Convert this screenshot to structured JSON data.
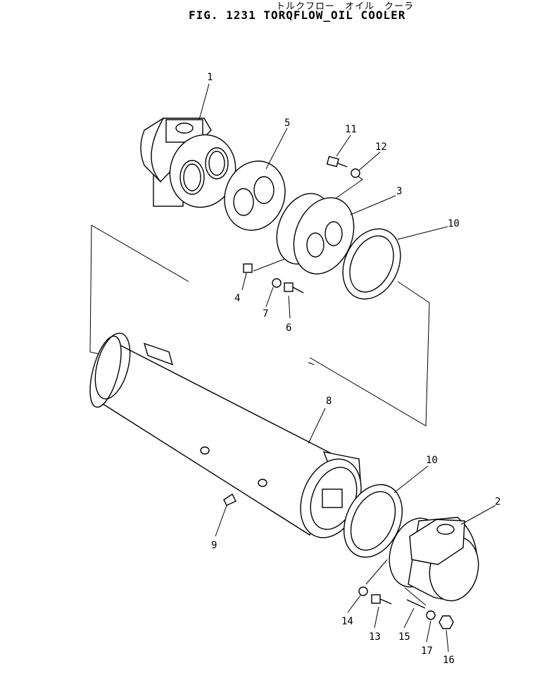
{
  "header": {
    "title_jp": "トルクフロー　オイル　クーラ",
    "title_en": "FIG. 1231   TORQFLOW_OIL  COOLER"
  },
  "callouts": [
    {
      "id": "c1",
      "text": "1"
    },
    {
      "id": "c5",
      "text": "5"
    },
    {
      "id": "c11",
      "text": "11"
    },
    {
      "id": "c12",
      "text": "12"
    },
    {
      "id": "c3",
      "text": "3"
    },
    {
      "id": "c10a",
      "text": "10"
    },
    {
      "id": "c4",
      "text": "4"
    },
    {
      "id": "c7",
      "text": "7"
    },
    {
      "id": "c6",
      "text": "6"
    },
    {
      "id": "c8",
      "text": "8"
    },
    {
      "id": "c10b",
      "text": "10"
    },
    {
      "id": "c2",
      "text": "2"
    },
    {
      "id": "c9",
      "text": "9"
    },
    {
      "id": "c14",
      "text": "14"
    },
    {
      "id": "c13",
      "text": "13"
    },
    {
      "id": "c15",
      "text": "15"
    },
    {
      "id": "c17",
      "text": "17"
    },
    {
      "id": "c16",
      "text": "16"
    }
  ]
}
